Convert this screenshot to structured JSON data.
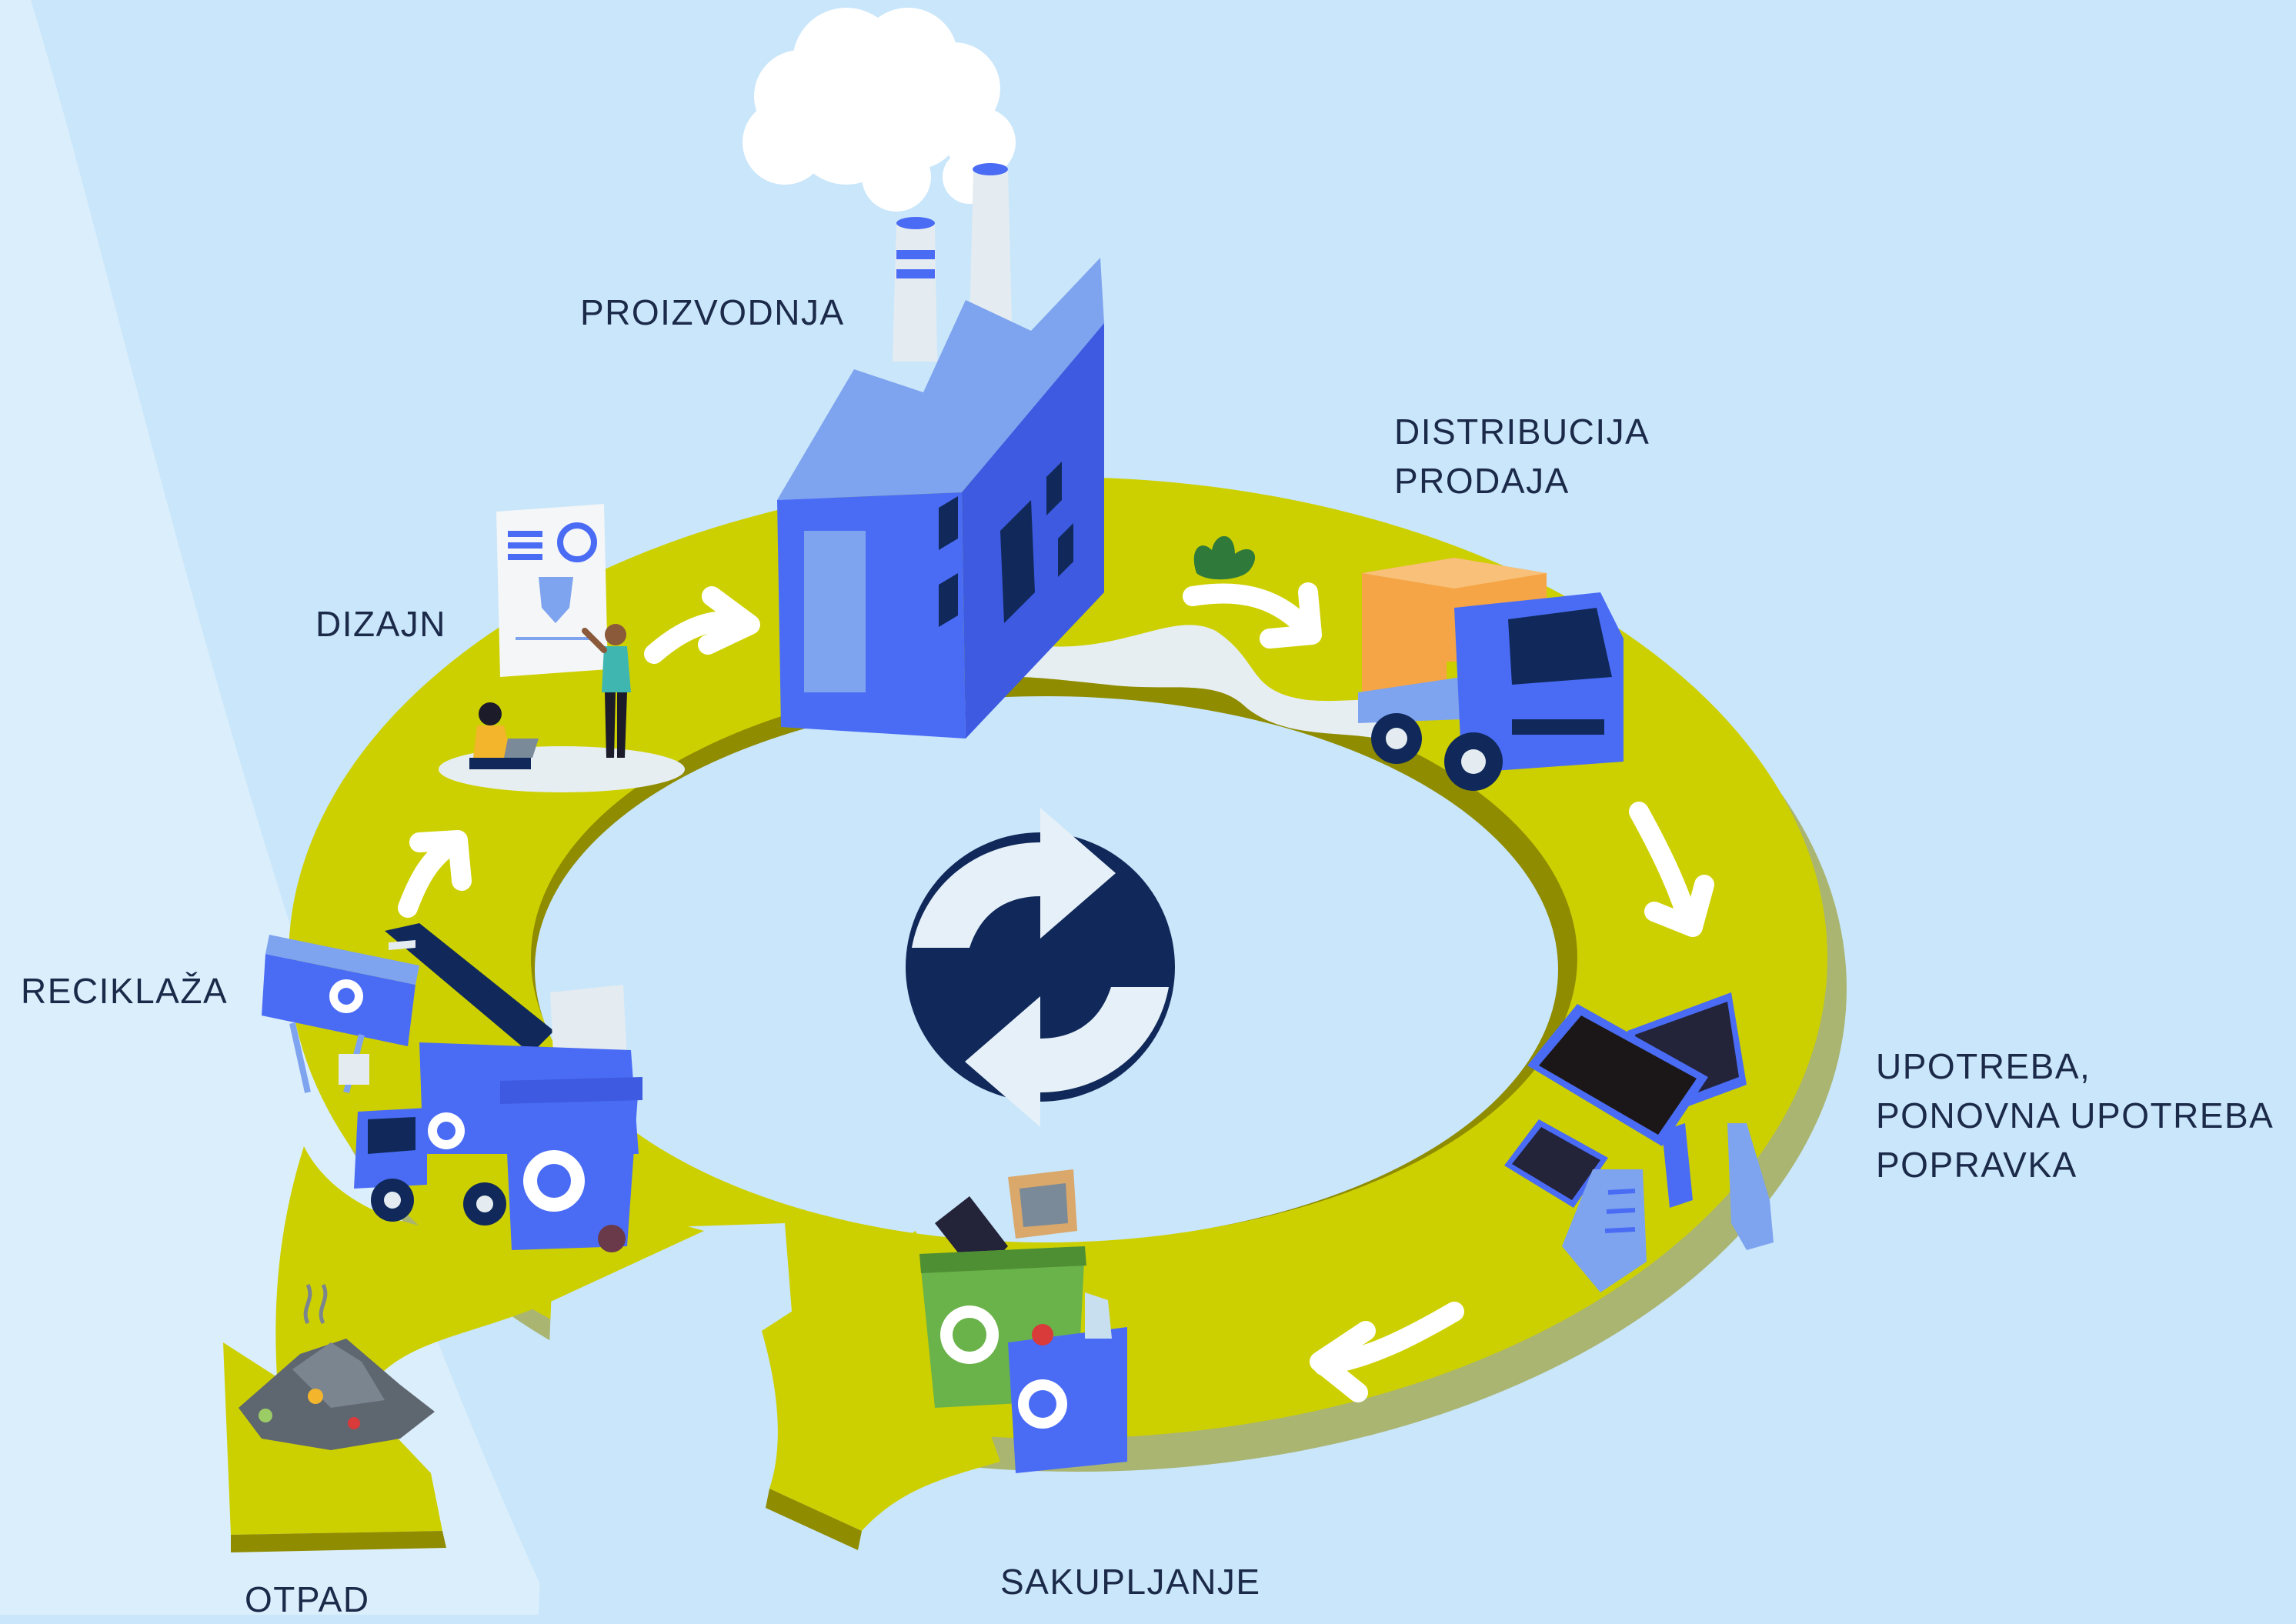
{
  "labels": {
    "proizvodnja": "PROIZVODNJA",
    "distribucija": "DISTRIBUCIJA",
    "prodaja": "PRODAJA",
    "dizajn": "DIZAJN",
    "reciklaza": "RECIKLAŽA",
    "upotreba": "UPOTREBA,",
    "ponovna_upotreba": "PONOVNA UPOTREBA",
    "popravka": "POPRAVKA",
    "sakupljanje": "SAKUPLJANJE",
    "otpad": "OTPAD"
  },
  "colors": {
    "background": "#c9e6fa",
    "left_band": "#dbeefc",
    "ring": "#cdd000",
    "ring_shadow": "#8f8c00",
    "primary_blue": "#4a6cf5",
    "light_blue": "#7ea3ef",
    "navy": "#10295a",
    "orange": "#f5a545",
    "green_bin": "#6ab24a",
    "label_text": "#1c2a4a"
  },
  "icons": [
    "factory-icon",
    "smoke-cloud-icon",
    "delivery-truck-icon",
    "design-board-icon",
    "designer-person-icon",
    "laptop-person-icon",
    "devices-icon",
    "recycling-bins-icon",
    "recycling-machine-icon",
    "garbage-truck-icon",
    "waste-pile-icon",
    "green-dot-recycle-logo-icon",
    "flow-arrow-icon",
    "plant-icon"
  ]
}
